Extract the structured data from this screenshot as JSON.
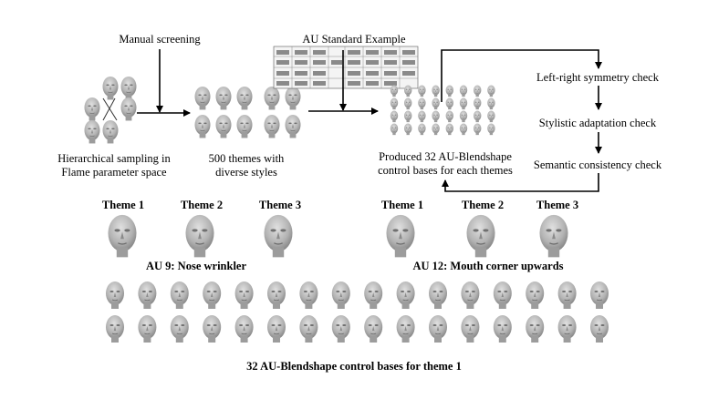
{
  "labels": {
    "manual_screening": "Manual screening",
    "au_standard_example": "AU Standard Example",
    "hier_line1": "Hierarchical sampling in",
    "hier_line2": "Flame parameter space",
    "themes_line1": "500 themes with",
    "themes_line2": "diverse styles",
    "produced_line1": "Produced 32 AU-Blendshape",
    "produced_line2": "control bases for each themes",
    "checks": [
      "Left-right symmetry check",
      "Stylistic adaptation check",
      "Semantic consistency check"
    ],
    "theme_titles": [
      "Theme 1",
      "Theme 2",
      "Theme 3",
      "Theme 1",
      "Theme 2",
      "Theme 3"
    ],
    "au9_caption": "AU 9: Nose wrinkler",
    "au12_caption": "AU 12: Mouth corner upwards",
    "bottom_caption": "32 AU-Blendshape control bases for theme 1"
  },
  "colors": {
    "face": "#b8b8b8",
    "arrow": "#000000"
  },
  "icons": {
    "face": "3d-face-mesh-icon",
    "au_example": "au-example-grid-icon"
  }
}
